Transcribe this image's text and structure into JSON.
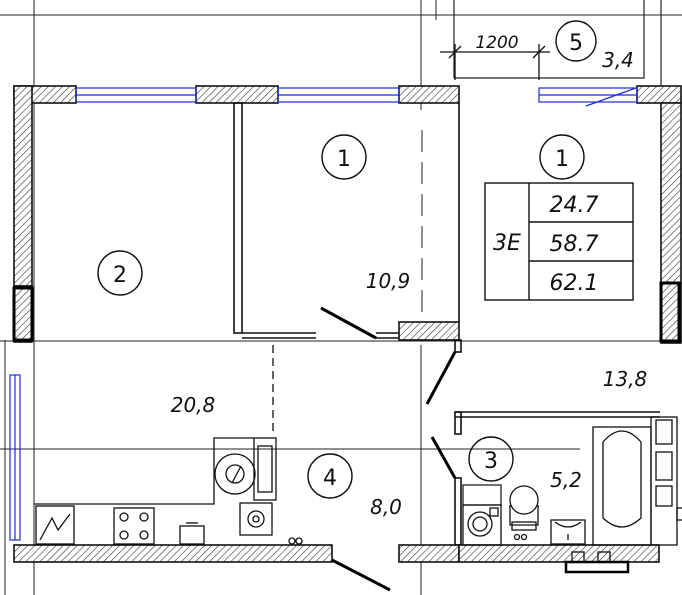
{
  "dimension": {
    "value": "1200"
  },
  "balcony": {
    "number": "5",
    "area": "3,4"
  },
  "rooms": [
    {
      "number": "1",
      "area": "10,9"
    },
    {
      "number": "1",
      "area": "13,8"
    },
    {
      "number": "2",
      "area": "20,8"
    },
    {
      "number": "4",
      "area": "8,0"
    },
    {
      "number": "3",
      "area": "5,2"
    }
  ],
  "summary_table": {
    "code": "3E",
    "values": [
      "24.7",
      "58.7",
      "62.1"
    ]
  },
  "colors": {
    "line": "#111111",
    "hatch": "#555555",
    "window": "#1a2bd6"
  }
}
